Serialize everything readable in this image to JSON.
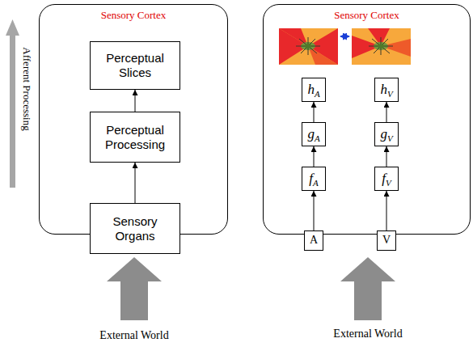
{
  "diagram": {
    "nodes": [
      {
        "text": [
          "Sensory Cortex"
        ]
      },
      {
        "text": [
          "Perceptual Slices"
        ],
        "in": 0
      },
      {
        "text": [
          "Perceptual Processing"
        ],
        "in": 0
      },
      {
        "text": [
          "Sensory Organs"
        ],
        "in": 0
      },
      {
        "text": [
          "Sensory Cortex"
        ]
      },
      {
        "text": [
          "h",
          "A"
        ],
        "in": 4
      },
      {
        "text": [
          "g",
          "A"
        ],
        "in": 4
      },
      {
        "text": [
          "f",
          "A"
        ],
        "in": 4
      },
      {
        "text": [
          "h",
          "V"
        ],
        "in": 4
      },
      {
        "text": [
          "g",
          "V"
        ],
        "in": 4
      },
      {
        "text": [
          "f",
          "V"
        ],
        "in": 4
      },
      {
        "text": [
          "A"
        ],
        "in": 4
      },
      {
        "text": [
          "V"
        ],
        "in": 4
      }
    ],
    "edges": [
      {
        "from": 3,
        "to": 2,
        "arrow": "to"
      },
      {
        "from": 2,
        "to": 1,
        "arrow": "to"
      },
      {
        "from": 11,
        "to": 7,
        "arrow": "to"
      },
      {
        "from": 7,
        "to": 6,
        "arrow": "to"
      },
      {
        "from": 6,
        "to": 5,
        "arrow": "to"
      },
      {
        "from": 12,
        "to": 10,
        "arrow": "to"
      },
      {
        "from": 10,
        "to": 9,
        "arrow": "to"
      },
      {
        "from": 9,
        "to": 8,
        "arrow": "to"
      }
    ],
    "labels": [
      "Afferent Processing",
      "External World",
      "External World"
    ]
  }
}
